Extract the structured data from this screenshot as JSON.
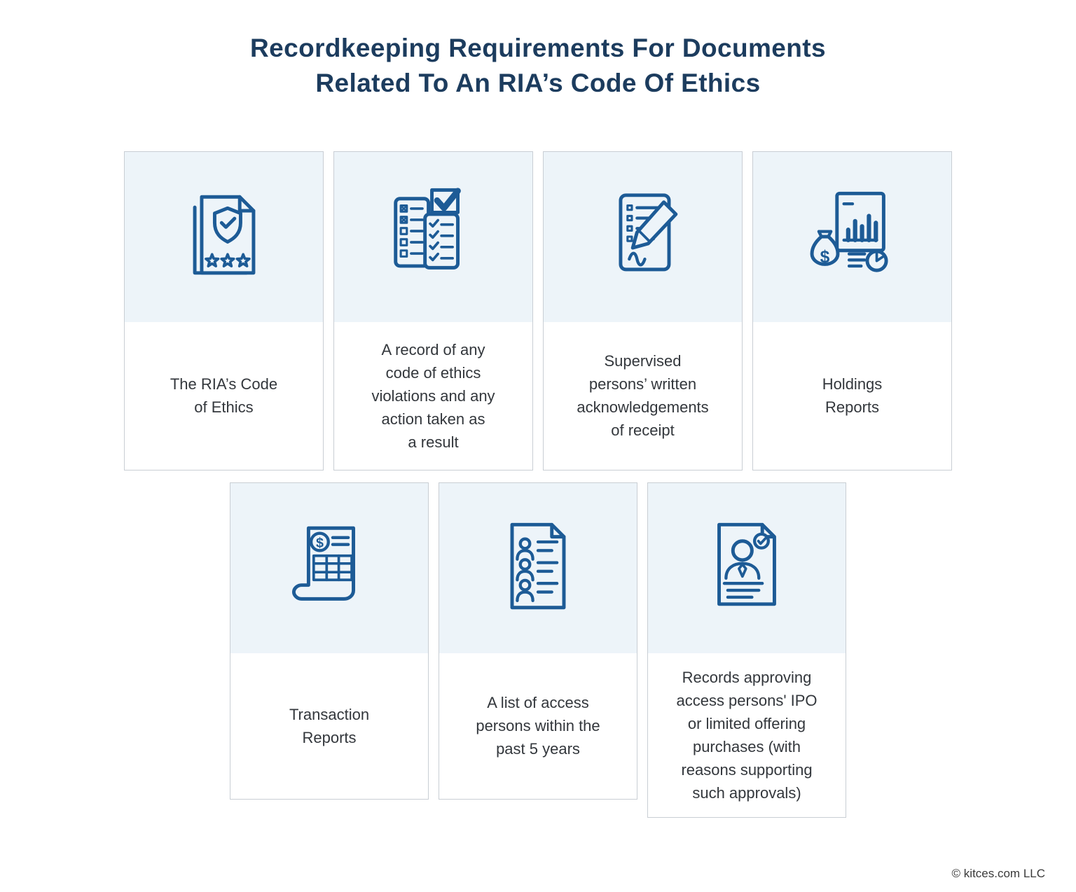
{
  "header": {
    "title_line1": "Recordkeeping Requirements For Documents",
    "title_line2": "Related To An RIA’s Code Of Ethics"
  },
  "cards": [
    {
      "icon": "certificate-icon",
      "label": "The RIA’s Code\nof Ethics"
    },
    {
      "icon": "violations-checklist-icon",
      "label": "A record of any\ncode of ethics\nviolations and any\naction taken as\na result"
    },
    {
      "icon": "signed-acknowledgement-icon",
      "label": "Supervised\npersons’ written\nacknowledgements\nof receipt"
    },
    {
      "icon": "holdings-report-icon",
      "label": "Holdings\nReports"
    },
    {
      "icon": "transaction-report-icon",
      "label": "Transaction\nReports"
    },
    {
      "icon": "access-persons-list-icon",
      "label": "A list of access\npersons within the\npast 5 years"
    },
    {
      "icon": "ipo-approval-icon",
      "label": "Records approving\naccess persons' IPO\nor limited offering\npurchases (with\nreasons supporting\nsuch approvals)"
    }
  ],
  "footer": {
    "copyright": "© kitces.com LLC"
  },
  "colors": {
    "title": "#1c3c5e",
    "icon_stroke": "#1d5b96",
    "icon_background": "#edf4f9",
    "card_border": "#c9ced4"
  }
}
